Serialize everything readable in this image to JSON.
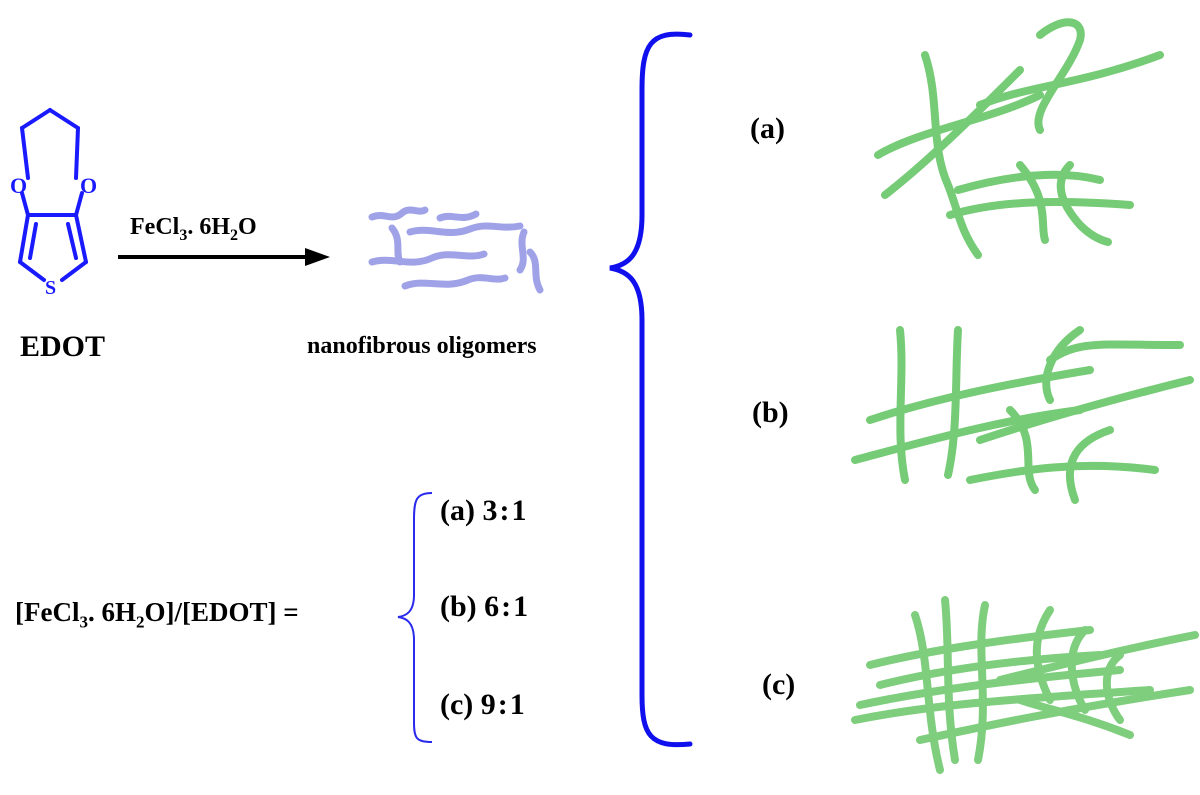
{
  "reactant": {
    "name": "EDOT",
    "atoms": {
      "oxygen": "O",
      "sulfur": "S"
    }
  },
  "reagent": {
    "base": "FeCl",
    "sub1": "3",
    "mid": ". 6H",
    "sub2": "2",
    "end": "O"
  },
  "intermediate": {
    "label": "nanofibrous oligomers"
  },
  "ratio": {
    "lhs": {
      "open": "[FeCl",
      "sub1": "3",
      "mid": ". 6H",
      "sub2": "2",
      "close": "O]/[EDOT] ="
    },
    "items": [
      {
        "tag": "(a)",
        "value": "3:1"
      },
      {
        "tag": "(b)",
        "value": "6:1"
      },
      {
        "tag": "(c)",
        "value": "9:1"
      }
    ]
  },
  "products": [
    {
      "tag": "(a)"
    },
    {
      "tag": "(b)"
    },
    {
      "tag": "(c)"
    }
  ],
  "colors": {
    "structure": "#1a1aff",
    "brace": "#1010ee",
    "oligomer": "#9b9ee6",
    "fiber": "#5fc25f"
  }
}
